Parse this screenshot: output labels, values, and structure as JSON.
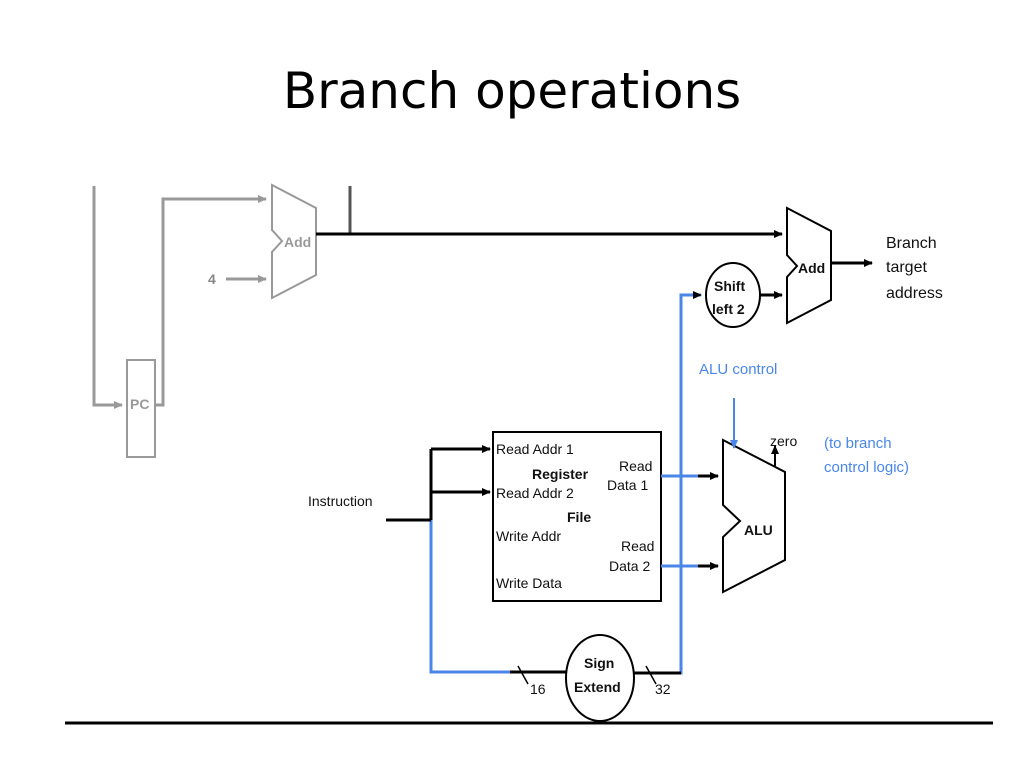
{
  "slide": {
    "title": "Branch operations"
  },
  "diagram": {
    "pc_adder": {
      "label": "Add",
      "constant": "4"
    },
    "pc": {
      "label": "PC"
    },
    "branch_adder": {
      "label": "Add"
    },
    "branch_target": {
      "line1": "Branch",
      "line2": "target",
      "line3": "address"
    },
    "shift_left": {
      "line1": "Shift",
      "line2": "left 2"
    },
    "alu_control": {
      "label": "ALU control"
    },
    "alu": {
      "label": "ALU",
      "zero": "zero"
    },
    "branch_note": {
      "line1": "(to branch",
      "line2": "control logic)"
    },
    "instruction": {
      "label": "Instruction"
    },
    "register_file": {
      "title1": "Register",
      "title2": "File",
      "read_addr_1": "Read Addr 1",
      "read_addr_2": "Read Addr 2",
      "write_addr": "Write Addr",
      "write_data": "Write Data",
      "read_data_1a": "Read",
      "read_data_1b": "Data 1",
      "read_data_2a": "Read",
      "read_data_2b": "Data 2"
    },
    "sign_extend": {
      "line1": "Sign",
      "line2": "Extend",
      "in_width": "16",
      "out_width": "32"
    }
  },
  "colors": {
    "datapath_active": "#000000",
    "datapath_inactive": "#999999",
    "control": "#4a86e8"
  }
}
